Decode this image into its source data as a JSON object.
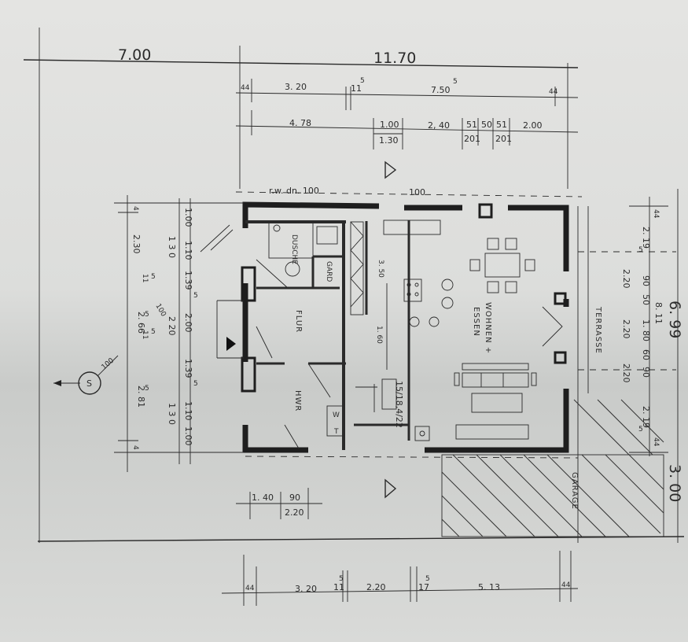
{
  "overall": {
    "left": "7.00",
    "width": "11.70"
  },
  "row1": {
    "d1": "44",
    "d2": "3. 20",
    "d3": "11",
    "d3s": "5",
    "d4": "7.50",
    "d4s": "5",
    "d5": "44"
  },
  "row2": {
    "d1": "4. 78",
    "d2": "1.00",
    "d3": "1.30",
    "d4": "2, 40",
    "d5": "51",
    "d6": "50",
    "d7": "51",
    "d8": "201",
    "d9": "201",
    "d10": "2.00"
  },
  "top_notes": {
    "rw": "r.w. dn. 100",
    "tail": "100"
  },
  "left_outer": {
    "a": "4",
    "b": "2.30",
    "c": "11",
    "cs": "5",
    "d": "2. 66",
    "ds": "5",
    "e": "11",
    "es": "5",
    "f": "2. 81",
    "fs": "5",
    "g": "4"
  },
  "left_inner": {
    "a": "1.00",
    "b": "1.10",
    "c": "1.39",
    "cs": "5",
    "d": "2.00",
    "e": "1.39",
    "es": "5",
    "f": "1.10",
    "g": "1.00"
  },
  "left_inner2": {
    "a": "1 3 0",
    "b": "2 20",
    "c": "1 3 0"
  },
  "diag_labels": {
    "a": "100",
    "b": "100"
  },
  "rooms": {
    "dusche": "DUSCHE",
    "gard": "GARD",
    "flur": "FLUR",
    "hwr": "HWR",
    "wohnen": "WOHNEN +",
    "essen": "ESSEN",
    "terrasse": "TERRASSE",
    "garage": "GARAGE",
    "wt": "W",
    "t": "T"
  },
  "stair": {
    "label": "15/18,4/22",
    "rise": "3. 50",
    "rise2": "1. 60"
  },
  "right_dims": {
    "a": "44",
    "b": "2. 19",
    "bs": "5",
    "c": "2.20",
    "d": "90",
    "e": "50",
    "f": "1. 80",
    "g": "60",
    "h": "90",
    "i": "2.20",
    "j": "2.20",
    "k": "8. 11",
    "l": "2. 19",
    "ls": "5",
    "m": "44",
    "edge1": "6. 99",
    "edge2": "3. 00"
  },
  "bottom_small": {
    "a": "1. 40",
    "b": "90",
    "c": "2.20"
  },
  "bottom_row": {
    "d1": "44",
    "d2": "3. 20",
    "d3": "11",
    "d3s": "5",
    "d4": "2.20",
    "d5": "17",
    "d5s": "5",
    "d6": "5. 13",
    "d7": "44"
  },
  "symbols": {
    "north": "S"
  }
}
